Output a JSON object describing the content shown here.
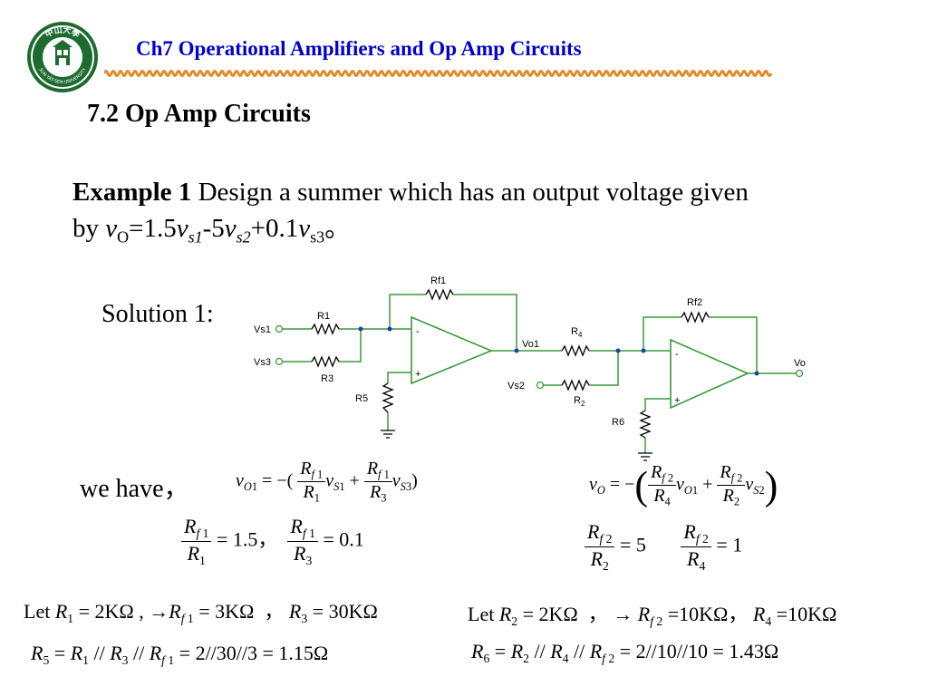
{
  "header": {
    "title": "Ch7 Operational Amplifiers and Op Amp Circuits",
    "logo": {
      "icon": "university-seal-icon",
      "text_top": "中山大學",
      "text_bottom": "SUN YAT-SEN UNIVERSITY",
      "color": "#1e6b2f"
    },
    "wave_color": "#e08a2a"
  },
  "section": {
    "title": "7.2 Op Amp Circuits"
  },
  "example": {
    "label": "Example 1",
    "text": " Design a summer which has an output voltage given",
    "by": "by ",
    "v": "v",
    "o_sub": "O",
    "eq1": "=1.5",
    "s1_sub": "s1",
    "eq2": "-5",
    "s2_sub": "s2",
    "eq3": "+0.1",
    "s3_sub": "s3",
    "end": "。"
  },
  "solution": {
    "label": "Solution 1:"
  },
  "circuit": {
    "wire_color": "#3a9a3a",
    "labels": {
      "vs1": "Vs1",
      "vs3": "Vs3",
      "r1": "R1",
      "r3": "R3",
      "r5": "R5",
      "rf1": "Rf1",
      "vo1": "Vo1",
      "r4": "R",
      "r4sub": "4",
      "vs2": "Vs2",
      "r2": "R",
      "r2sub": "2",
      "rf2": "Rf2",
      "r6": "R6",
      "vo": "Vo",
      "minus": "-",
      "plus": "+"
    }
  },
  "we_have": {
    "label": "we have，"
  },
  "formulas": {
    "f1": "v_O1 = −(R_f1/R_1 · v_S1 + R_f1/R_3 · v_S3)",
    "f2": "v_O = −(R_f2/R_4 · v_O1 + R_f2/R_2 · v_S2)",
    "f3": "R_f1/R_1 = 1.5，R_f1/R_3 = 0.1",
    "f4": "R_f2/R_2 = 5    R_f2/R_4 = 1",
    "vals": {
      "v1_5": "1.5",
      "v0_1": "0.1",
      "v5": "5",
      "v1": "1"
    },
    "let1": "Let",
    "let1_r1": "= 2KΩ",
    "let1_rf1": "= 3KΩ",
    "let1_r3": "= 30KΩ",
    "let2": "Let",
    "let2_r2": "= 2KΩ",
    "let2_rf2": "=10KΩ",
    "let2_r4": "=10KΩ",
    "r5_line": "= 2//30//3 = 1.15Ω",
    "r6_line": "= 2//10//10 = 1.43Ω"
  }
}
